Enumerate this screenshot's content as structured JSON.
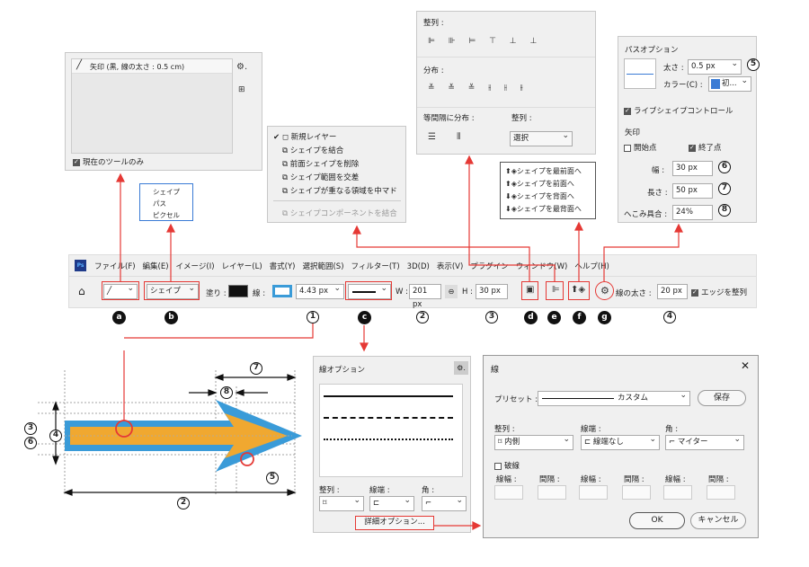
{
  "tool_panel": {
    "preset": "矢印 (黒, 線の太さ : 0.5 cm)",
    "current_tool_only": "現在のツールのみ"
  },
  "shape_mode_menu": {
    "items": [
      "シェイプ",
      "パス",
      "ピクセル"
    ]
  },
  "path_ops_menu": {
    "items": [
      "新規レイヤー",
      "シェイプを結合",
      "前面シェイプを削除",
      "シェイプ範囲を交差",
      "シェイプが重なる領域を中マド"
    ],
    "merge": "シェイプコンポーネントを結合"
  },
  "align_panel": {
    "align_label": "整列 :",
    "distribute_label": "分布 :",
    "spacing_label": "等間隔に分布 :",
    "align2_label": "整列 :",
    "select_value": "選択"
  },
  "arrange_menu": {
    "items": [
      "シェイプを最前面へ",
      "シェイプを前面へ",
      "シェイプを背面へ",
      "シェイプを最背面へ"
    ]
  },
  "path_options": {
    "title": "パスオプション",
    "width_label": "太さ :",
    "width_value": "0.5 px",
    "color_label": "カラー(C) :",
    "color_value": "初...",
    "live_shape": "ライブシェイプコントロール",
    "arrow_label": "矢印",
    "start": "開始点",
    "end": "終了点",
    "width2_label": "幅 :",
    "width2_value": "30 px",
    "length_label": "長さ :",
    "length_value": "50 px",
    "concavity_label": "へこみ具合 :",
    "concavity_value": "24%"
  },
  "menubar": [
    "ファイル(F)",
    "編集(E)",
    "イメージ(I)",
    "レイヤー(L)",
    "書式(Y)",
    "選択範囲(S)",
    "フィルター(T)",
    "3D(D)",
    "表示(V)",
    "プラグイン",
    "ウィンドウ(W)",
    "ヘルプ(H)"
  ],
  "options_bar": {
    "mode": "シェイプ",
    "fill_label": "塗り :",
    "stroke_label": "線 :",
    "stroke_width": "4.43 px",
    "w_label": "W :",
    "w_value": "201 px",
    "h_label": "H :",
    "h_value": "30 px",
    "weight_label": "線の太さ :",
    "weight_value": "20 px",
    "align_edges": "エッジを整列"
  },
  "markers": {
    "n1": "1",
    "n2": "2",
    "n3": "3",
    "n4": "4",
    "n5": "5",
    "n6": "6",
    "n7": "7",
    "n8": "8",
    "a": "a",
    "b": "b",
    "c": "c",
    "d": "d",
    "e": "e",
    "f": "f",
    "g": "g"
  },
  "stroke_options": {
    "title": "線オプション",
    "align_label": "整列 :",
    "cap_label": "線端 :",
    "corner_label": "角 :",
    "more": "詳細オプション..."
  },
  "stroke_dialog": {
    "title": "線",
    "preset_label": "プリセット :",
    "preset_value": "カスタム",
    "save": "保存",
    "align_label": "整列 :",
    "align_value": "内側",
    "cap_label": "線端 :",
    "cap_value": "線端なし",
    "corner_label": "角 :",
    "corner_value": "マイター",
    "dashed": "破線",
    "dash_label": "線幅 :",
    "gap_label": "間隔 :",
    "ok": "OK",
    "cancel": "キャンセル"
  },
  "colors": {
    "accent_red": "#e53935",
    "arrow_fill": "#f0a830",
    "arrow_stroke": "#3a9bd8",
    "ps_blue": "#1f3a8a"
  }
}
